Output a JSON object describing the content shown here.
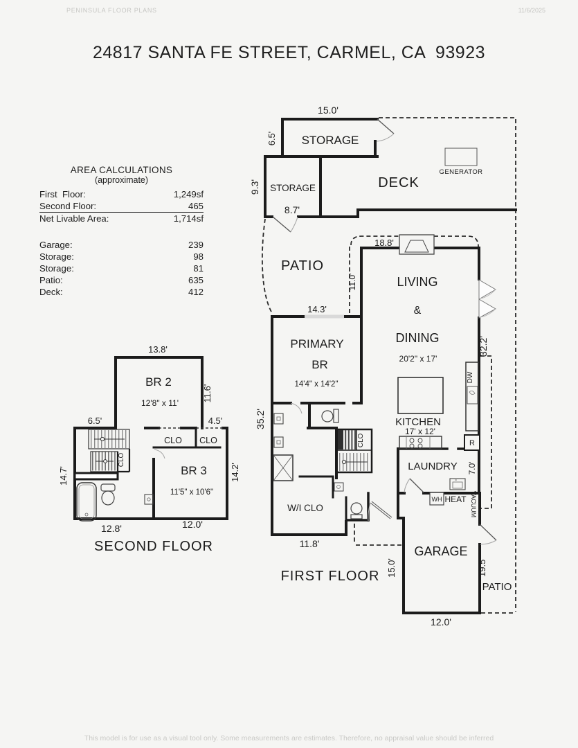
{
  "header": {
    "brand": "PENINSULA FLOOR PLANS",
    "date": "11/6/2025"
  },
  "title": "24817 SANTA FE STREET, CARMEL, CA  93923",
  "area_calculations": {
    "heading": "AREA CALCULATIONS",
    "subheading": "(approximate)",
    "rows": [
      {
        "label": "First  Floor:",
        "value": "1,249sf"
      },
      {
        "label": "Second Floor:",
        "value": "465"
      },
      {
        "label": "Net Livable Area:",
        "value": "1,714sf"
      },
      {
        "label": "Garage:",
        "value": "239"
      },
      {
        "label": "Storage:",
        "value": "98"
      },
      {
        "label": "Storage:",
        "value": "81"
      },
      {
        "label": "Patio:",
        "value": "635"
      },
      {
        "label": "Deck:",
        "value": "412"
      }
    ]
  },
  "first_floor": {
    "name": "FIRST FLOOR",
    "labels": {
      "storage_upper": "STORAGE",
      "storage_lower": "STORAGE",
      "deck": "DECK",
      "generator": "GENERATOR",
      "patio": "PATIO",
      "living1": "LIVING",
      "living2": "&",
      "living3": "DINING",
      "living_size": "20'2\" x 17'",
      "primary1": "PRIMARY",
      "primary2": "BR",
      "primary_size": "14'4\" x 14'2\"",
      "kitchen": "KITCHEN",
      "kitchen_size": "17' x 12'",
      "laundry": "LAUNDRY",
      "wiclo": "W/I CLO",
      "clo": "CLO",
      "garage": "GARAGE",
      "patio_right": "PATIO",
      "dw": "DW",
      "fridge": "R",
      "wh": "WH",
      "heat": "HEAT",
      "vacuum": "VACUUM"
    },
    "dims": {
      "storage_w": "15.0'",
      "storage_h": "6.5'",
      "storage2_h": "9.3'",
      "storage2_w": "8.7'",
      "living_w": "18.8'",
      "patio_h": "11.0'",
      "primary_w": "14.3'",
      "right_h": "32.2'",
      "left_h": "35.2'",
      "laundry_h": "7.0'",
      "wiclo_w": "11.8'",
      "garage_h_left": "15.0'",
      "garage_h_right": "19.5'",
      "garage_w": "12.0'"
    }
  },
  "second_floor": {
    "name": "SECOND FLOOR",
    "labels": {
      "br2": "BR 2",
      "br2_size": "12'8\" x 11'",
      "br3": "BR 3",
      "br3_size": "11'5\" x 10'6\"",
      "clo_left": "CLO",
      "clo_right": "CLO",
      "clo_stairs": "CLO"
    },
    "dims": {
      "br2_w": "13.8'",
      "br2_h": "11.6'",
      "left_top_w": "6.5'",
      "right_top_w": "4.5'",
      "left_h": "14.7'",
      "right_h": "14.2'",
      "bottom_left_w": "12.8'",
      "bottom_right_w": "12.0'"
    }
  },
  "footer": {
    "disclaimer": "This model is for use as a visual tool only. Some measurements are estimates. Therefore, no appraisal value should be inferred"
  }
}
